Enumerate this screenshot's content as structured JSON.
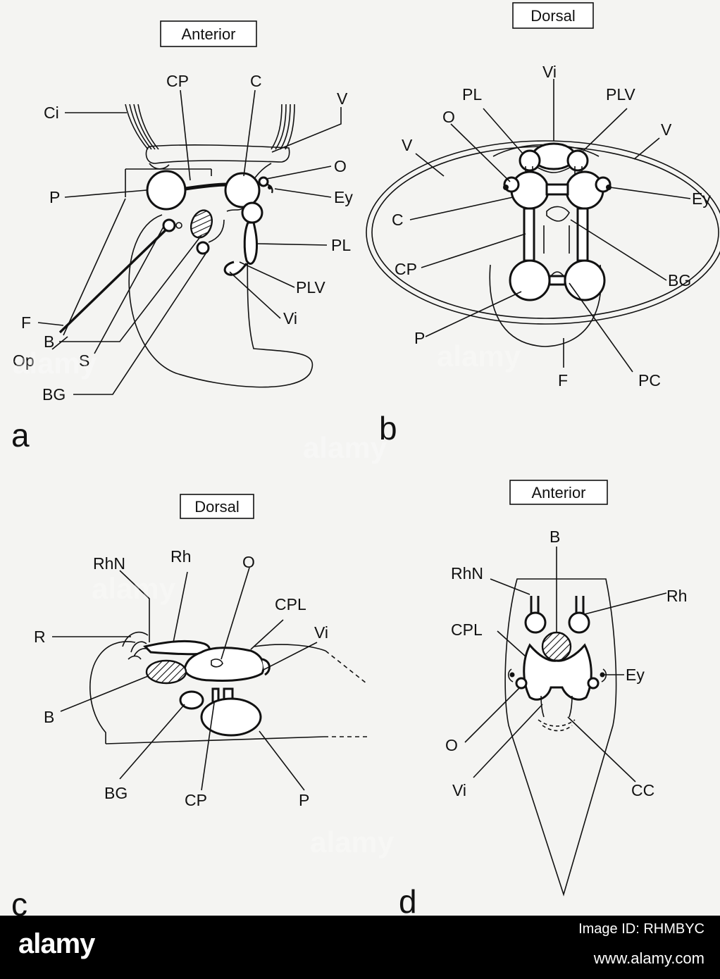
{
  "figure": {
    "panels": [
      {
        "id": "a",
        "letter": "a",
        "orientation": "Anterior",
        "labels": [
          "Ci",
          "CP",
          "C",
          "V",
          "O",
          "Ey",
          "P",
          "F",
          "Op",
          "S",
          "PL",
          "PLV",
          "Vi",
          "B",
          "BG"
        ]
      },
      {
        "id": "b",
        "letter": "b",
        "orientation": "Dorsal",
        "labels": [
          "Vi",
          "PL",
          "PLV",
          "O",
          "V",
          "V",
          "Ey",
          "C",
          "CP",
          "BG",
          "P",
          "F",
          "PC"
        ]
      },
      {
        "id": "c",
        "letter": "c",
        "orientation": "Dorsal",
        "labels": [
          "RhN",
          "Rh",
          "O",
          "CPL",
          "Vi",
          "R",
          "B",
          "BG",
          "CP",
          "P"
        ]
      },
      {
        "id": "d",
        "letter": "d",
        "orientation": "Anterior",
        "labels": [
          "B",
          "RhN",
          "Rh",
          "CPL",
          "Ey",
          "O",
          "Vi",
          "CC"
        ]
      }
    ]
  },
  "watermark": {
    "text": "alamy"
  },
  "footer": {
    "logo": "alamy",
    "image_id": "Image ID: RHMBYC",
    "url": "www.alamy.com"
  }
}
